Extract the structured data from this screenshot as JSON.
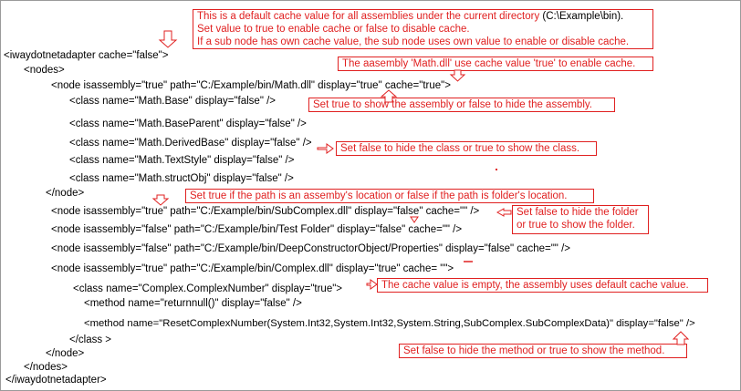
{
  "code_lines": [
    "<iwaydotnetadapter cache=\"false\">",
    "<nodes>",
    "<node isassembly=\"true\" path=\"C:/Example/bin/Math.dll\" display=\"true\" cache=\"true\">",
    "<class  name=\"Math.Base\"  display=\"false\" />",
    "<class  name=\"Math.BaseParent\"  display=\"false\" />",
    "<class  name=\"Math.DerivedBase\"  display=\"false\" />",
    "<class  name=\"Math.TextStyle\"  display=\"false\" />",
    "<class  name=\"Math.structObj\"  display=\"false\" />",
    "</node>",
    "<node isassembly=\"true\" path=\"C:/Example/bin/SubComplex.dll\" display=\"false\" cache=\"\" />",
    "<node isassembly=\"false\" path=\"C:/Example/bin/Test Folder\" display=\"false\" cache=\"\" />",
    "<node isassembly=\"false\" path=\"C:/Example/bin/DeepConstructorObject/Properties\" display=\"false\" cache=\"\" />",
    "<node isassembly=\"true\" path=\"C:/Example/bin/Complex.dll\" display=\"true\" cache= \"\">",
    "<class  name=\"Complex.ComplexNumber\"  display=\"true\">",
    "<method name=\"returnnull()\" display=\"false\" />",
    "<method name=\"ResetComplexNumber(System.Int32,System.Int32,System.String,SubComplex.SubComplexData)\" display=\"false\" />",
    "</class >",
    "</node>",
    "</nodes>",
    "</iwaydotnetadapter>"
  ],
  "notes": {
    "default_cache": {
      "line1": "This is a default cache value for all assemblies under the current directory",
      "path": "(C:\\Example\\bin).",
      "line2": "Set value to true to enable cache or false to disable cache.",
      "line3": "If a sub node has own cache value, the sub node uses own value to enable or disable cache."
    },
    "assembly_cache": "The aasembly 'Math.dll' use cache value 'true' to enable cache.",
    "show_assembly": "Set true to show the assembly or false to hide the assembly.",
    "hide_class": "Set false to hide the class or true to show the class.",
    "path_location": "Set true if the path is an assemby's location or false if the path is folder's location.",
    "hide_folder": {
      "line1": "Set false to hide the folder",
      "line2": "or true to show the folder."
    },
    "cache_empty": "The cache value is empty, the assembly uses default cache value.",
    "hide_method": "Set false to hide the method or true to show the method."
  },
  "colors": {
    "annotation": "#e02020",
    "text": "#000000",
    "border": "#9a9a9a"
  }
}
